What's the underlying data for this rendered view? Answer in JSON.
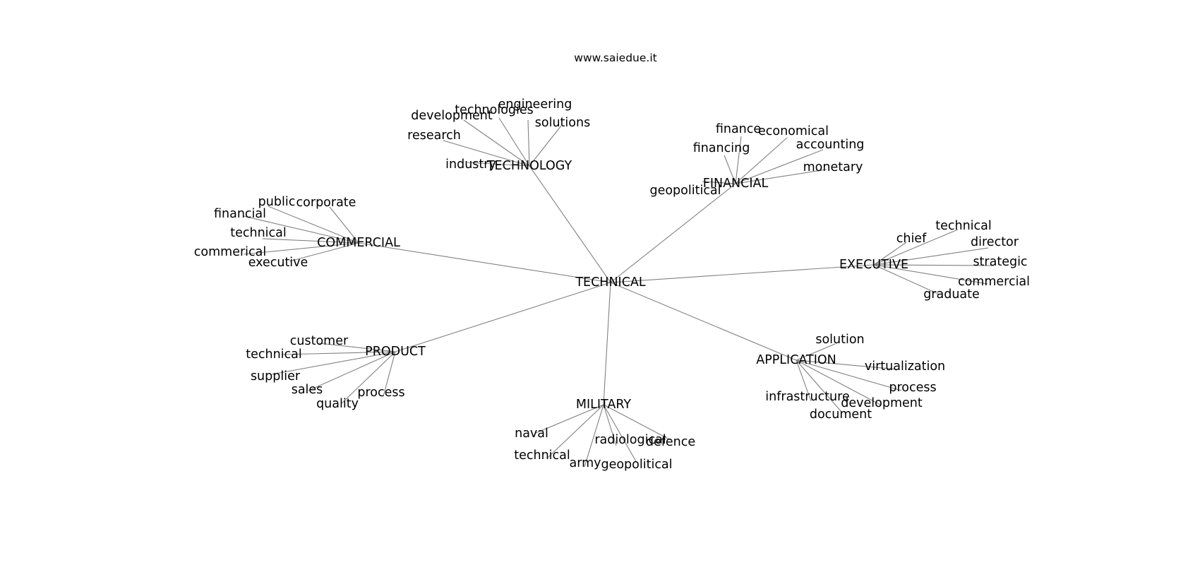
{
  "title": "www.saiedue.it",
  "colors": {
    "edge": "#808080",
    "text": "#000000",
    "background": "#ffffff"
  },
  "graph": {
    "center": "TECHNICAL",
    "groups": [
      {
        "hub": "TECHNOLOGY",
        "leaves": [
          "engineering",
          "technologies",
          "development",
          "solutions",
          "research",
          "industry"
        ]
      },
      {
        "hub": "FINANCIAL",
        "leaves": [
          "finance",
          "economical",
          "accounting",
          "financing",
          "monetary",
          "geopolitical"
        ]
      },
      {
        "hub": "COMMERCIAL",
        "leaves": [
          "public",
          "corporate",
          "financial",
          "technical",
          "commerical",
          "executive"
        ]
      },
      {
        "hub": "EXECUTIVE",
        "leaves": [
          "technical",
          "chief",
          "director",
          "strategic",
          "commercial",
          "graduate"
        ]
      },
      {
        "hub": "PRODUCT",
        "leaves": [
          "customer",
          "technical",
          "supplier",
          "sales",
          "process",
          "quality"
        ]
      },
      {
        "hub": "APPLICATION",
        "leaves": [
          "solution",
          "virtualization",
          "process",
          "infrastructure",
          "development",
          "document"
        ]
      },
      {
        "hub": "MILITARY",
        "leaves": [
          "naval",
          "radiological",
          "defence",
          "technical",
          "army",
          "geopolitical"
        ]
      }
    ]
  }
}
